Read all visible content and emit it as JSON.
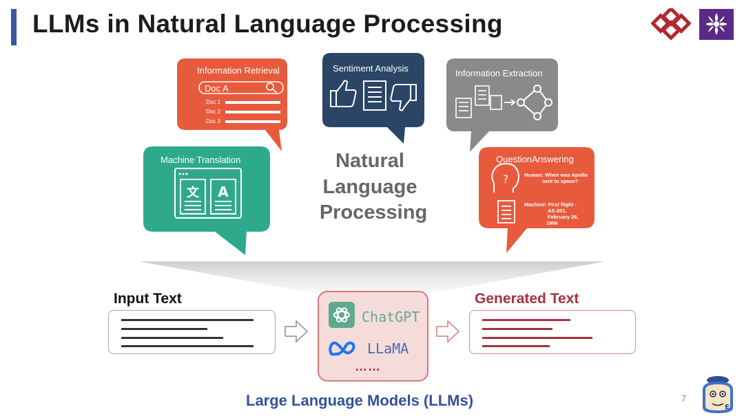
{
  "slide": {
    "title": "LLMs in Natural Language Processing",
    "page_number": "7"
  },
  "nlp": {
    "center": [
      "Natural",
      "Language",
      "Processing"
    ],
    "information_retrieval": {
      "title": "Information Retrieval",
      "query": "Doc A",
      "docs": [
        "Doc 1",
        "Doc 2",
        "Doc 3"
      ],
      "color": "#e85a3c"
    },
    "sentiment_analysis": {
      "title": "Sentiment Analysis",
      "color": "#2b4566"
    },
    "information_extraction": {
      "title": "Information Extraction",
      "color": "#8a8a8a"
    },
    "machine_translation": {
      "title": "Machine Translation",
      "color": "#2fa98c"
    },
    "question_answering": {
      "title": "QuestionAnswering",
      "human_line1": "Human: When was Apollo",
      "human_line2": "sent to space?",
      "machine_line1": "Machine: First flight -",
      "machine_line2": "AS-201,",
      "machine_line3": "February 26,",
      "machine_line4": "1966",
      "color": "#e85a3c"
    }
  },
  "flow": {
    "input_label": "Input Text",
    "output_label": "Generated Text",
    "models": [
      "ChatGPT",
      "LLaMA"
    ],
    "more": "……",
    "caption": "Large Language Models (LLMs)"
  },
  "colors": {
    "accent_blue": "#3a55a4",
    "llm_border": "#d9777a",
    "output_red": "#a2343d"
  }
}
